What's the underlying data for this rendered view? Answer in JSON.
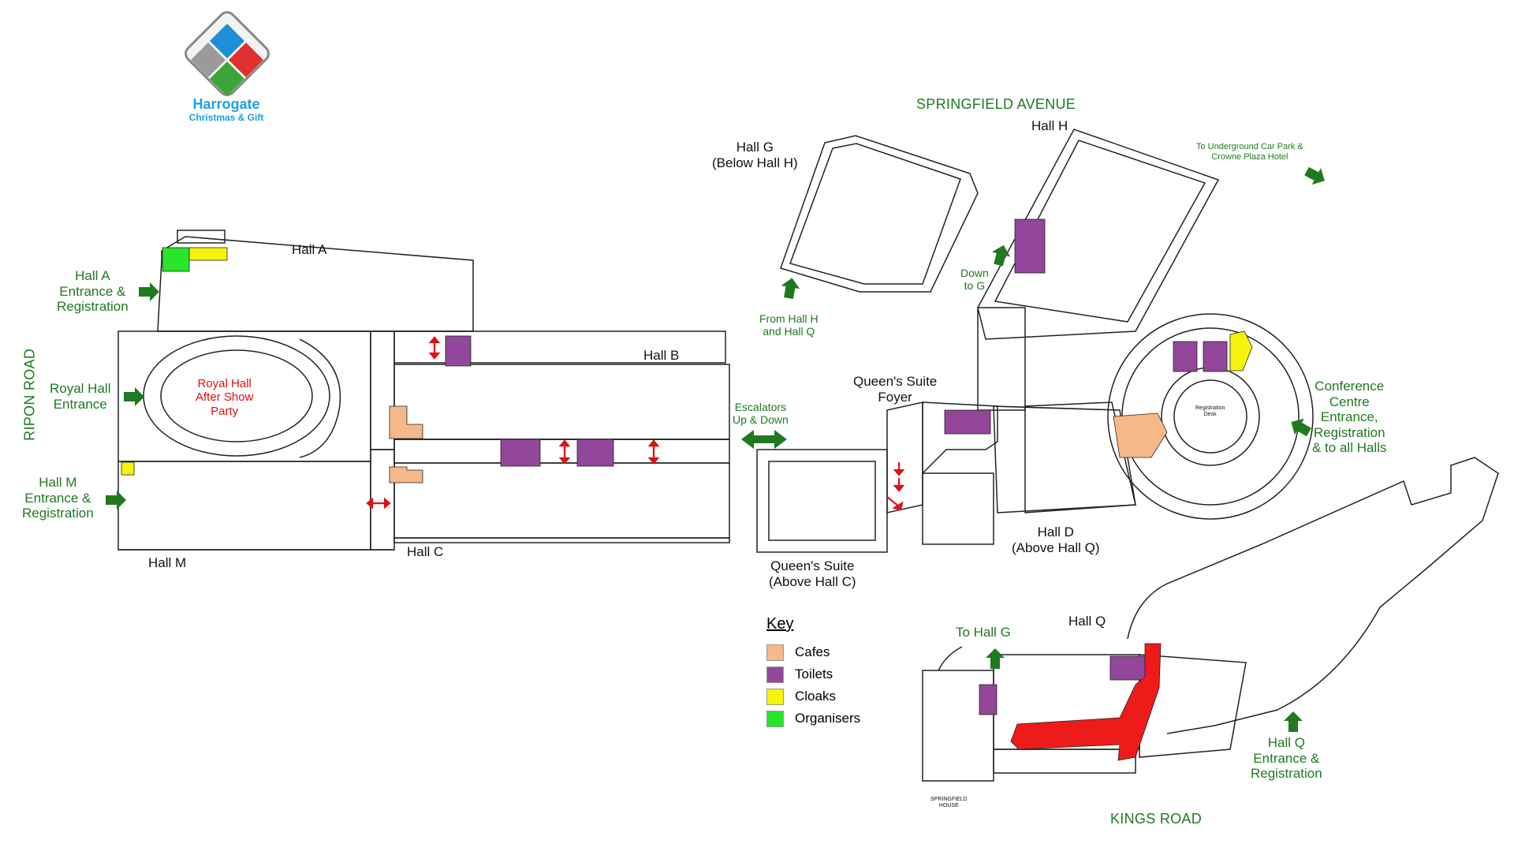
{
  "logo": {
    "title": "Harrogate",
    "subtitle": "Christmas & Gift"
  },
  "colors": {
    "cafes": "#f5b888",
    "toilets": "#92479a",
    "cloaks": "#f7f20c",
    "organisers": "#29e52a",
    "route": "#ee1b1b",
    "arrow": "#1f7a1f",
    "label_green": "#1f7a1f"
  },
  "roads": {
    "ripon": "RIPON ROAD",
    "springfield": "SPRINGFIELD AVENUE",
    "kings": "KINGS ROAD"
  },
  "halls": {
    "a": "Hall A",
    "b": "Hall B",
    "c": "Hall C",
    "d": "Hall D\n(Above Hall Q)",
    "g": "Hall G\n(Below Hall H)",
    "h": "Hall H",
    "m": "Hall M",
    "q": "Hall Q",
    "royal": "Royal Hall\nAfter Show\nParty",
    "queens_foyer": "Queen's Suite\nFoyer",
    "queens_suite": "Queen's Suite\n(Above Hall C)",
    "springfield_house": "SPRINGFIELD\nHOUSE",
    "registration_desk": "Registration\nDesk"
  },
  "entrances": {
    "hall_a": "Hall A\nEntrance &\nRegistration",
    "royal_hall": "Royal Hall\nEntrance",
    "hall_m": "Hall M\nEntrance &\nRegistration",
    "conference": "Conference\nCentre\nEntrance,\nRegistration\n& to all Halls",
    "hall_q": "Hall Q\nEntrance &\nRegistration",
    "escalators": "Escalators\nUp & Down",
    "from_h_q": "From Hall H\nand Hall Q",
    "down_to_g": "Down\nto G",
    "to_hall_g": "To Hall G",
    "car_park": "To Underground Car Park &\nCrowne Plaza Hotel"
  },
  "key": {
    "title": "Key",
    "items": [
      {
        "label": "Cafes",
        "color": "#f5b888"
      },
      {
        "label": "Toilets",
        "color": "#92479a"
      },
      {
        "label": "Cloaks",
        "color": "#f7f20c"
      },
      {
        "label": "Organisers",
        "color": "#29e52a"
      }
    ]
  }
}
